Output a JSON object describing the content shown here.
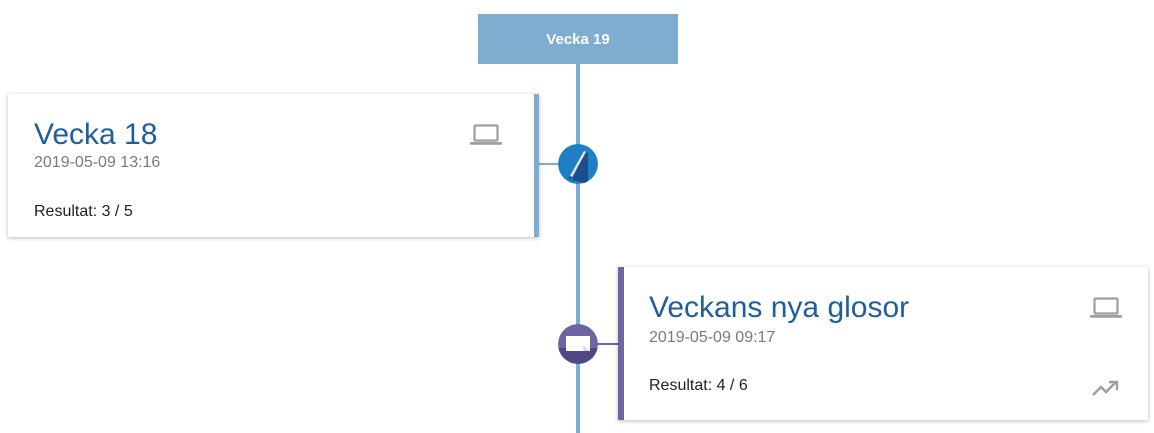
{
  "timeline": {
    "week_label": "Vecka 19",
    "line_color": "#7fadd0"
  },
  "cards": [
    {
      "title": "Vecka 18",
      "date": "2019-05-09 13:16",
      "result": "Resultat: 3 / 5",
      "accent_color": "#7fadd0",
      "node_icon": "pen-icon",
      "device_icon": "laptop-icon"
    },
    {
      "title": "Veckans nya glosor",
      "date": "2019-05-09 09:17",
      "result": "Resultat: 4 / 6",
      "accent_color": "#6d65a0",
      "node_icon": "flashcard-icon",
      "device_icon": "laptop-icon",
      "extra_icon": "trending-up-icon"
    }
  ],
  "colors": {
    "title": "#1f5e9b",
    "date": "#7a7a7a",
    "text": "#222222",
    "icon_gray": "#9e9e9e"
  }
}
